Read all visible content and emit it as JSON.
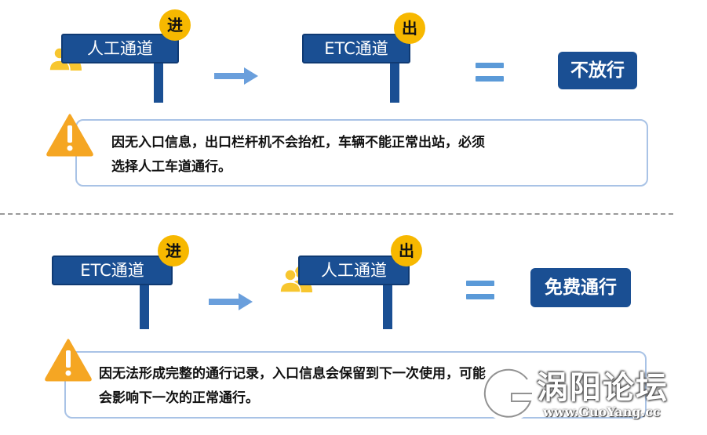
{
  "top": {
    "entry_sign": "人工通道",
    "entry_badge": "进",
    "exit_sign": "ETC通道",
    "exit_badge": "出",
    "result": "不放行",
    "note_line1": "因无入口信息，出口栏杆机不会抬杠，车辆不能正常出站，必须",
    "note_line2": "选择人工车道通行。"
  },
  "bottom": {
    "entry_sign": "ETC通道",
    "entry_badge": "进",
    "exit_sign": "人工通道",
    "exit_badge": "出",
    "result": "免费通行",
    "note_line1": "因无法形成完整的通行记录，入口信息会保留到下一次使用，可能",
    "note_line2": "会影响下一次的正常通行。"
  },
  "watermark": {
    "title": "涡阳论坛",
    "url": "www.GuoYang.cc"
  },
  "icons": [
    "person-icon",
    "arrow-right-icon",
    "equals-icon",
    "warning-icon",
    "watermark-logo-icon"
  ],
  "colors": {
    "sign_blue": "#1a4f93",
    "badge_yellow": "#f7b800",
    "arrow_blue": "#6a9fdc",
    "warning_orange": "#f5a623",
    "note_border": "#a9c3e6",
    "person_yellow": "#f7c62f"
  }
}
